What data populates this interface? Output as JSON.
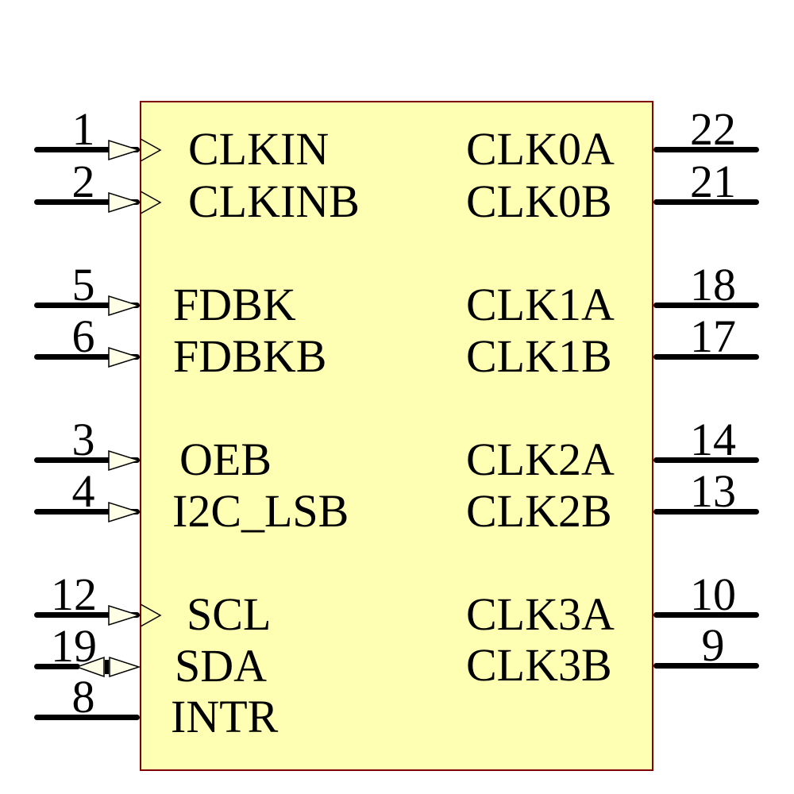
{
  "component": {
    "kind": "IC schematic symbol",
    "colors": {
      "body_fill": "#FFFFB3",
      "body_border": "#7F0000",
      "arrow_fill": "#FFFFE8",
      "wire": "#000000",
      "text": "#000000"
    },
    "pins": {
      "left": [
        {
          "number": "1",
          "label": "CLKIN",
          "type": "clock-input"
        },
        {
          "number": "2",
          "label": "CLKINB",
          "type": "clock-input"
        },
        {
          "number": "5",
          "label": "FDBK",
          "type": "input"
        },
        {
          "number": "6",
          "label": "FDBKB",
          "type": "input"
        },
        {
          "number": "3",
          "label": "OEB",
          "type": "input"
        },
        {
          "number": "4",
          "label": "I2C_LSB",
          "type": "input"
        },
        {
          "number": "12",
          "label": "SCL",
          "type": "clock-input"
        },
        {
          "number": "19",
          "label": "SDA",
          "type": "bidirectional"
        },
        {
          "number": "8",
          "label": "INTR",
          "type": "plain"
        }
      ],
      "right": [
        {
          "number": "22",
          "label": "CLK0A",
          "type": "plain"
        },
        {
          "number": "21",
          "label": "CLK0B",
          "type": "plain"
        },
        {
          "number": "18",
          "label": "CLK1A",
          "type": "plain"
        },
        {
          "number": "17",
          "label": "CLK1B",
          "type": "plain"
        },
        {
          "number": "14",
          "label": "CLK2A",
          "type": "plain"
        },
        {
          "number": "13",
          "label": "CLK2B",
          "type": "plain"
        },
        {
          "number": "10",
          "label": "CLK3A",
          "type": "plain"
        },
        {
          "number": "9",
          "label": "CLK3B",
          "type": "plain"
        }
      ]
    }
  }
}
